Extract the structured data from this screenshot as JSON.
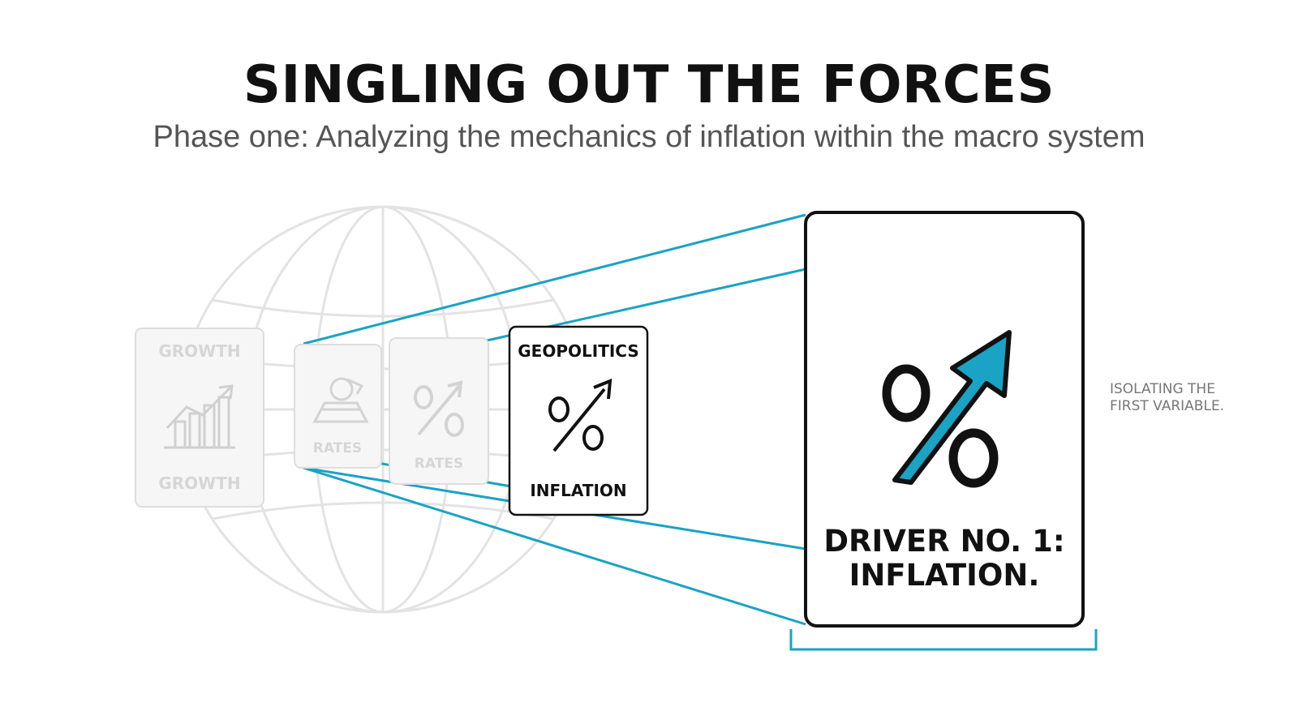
{
  "header": {
    "title": "SINGLING OUT THE FORCES",
    "subtitle": "Phase one: Analyzing the mechanics of inflation within the macro system"
  },
  "cards": {
    "growth": {
      "top_label": "GROWTH",
      "bottom_label": "GROWTH",
      "icon": "growth-chart-icon"
    },
    "rates_a": {
      "label": "RATES",
      "icon": "rates-scale-icon"
    },
    "rates_b": {
      "label": "RATES",
      "icon": "percent-arrow-icon"
    },
    "inflation": {
      "top_label": "GEOPOLITICS",
      "bottom_label": "INFLATION",
      "icon": "percent-arrow-icon"
    }
  },
  "focus_card": {
    "line1": "DRIVER NO. 1:",
    "line2": "INFLATION.",
    "icon": "percent-arrow-icon"
  },
  "side_note": {
    "line1": "ISOLATING THE",
    "line2": "FIRST VARIABLE."
  },
  "colors": {
    "accent": "#1aa3c4",
    "ghost": "#dcdcdc",
    "ink": "#111111"
  }
}
